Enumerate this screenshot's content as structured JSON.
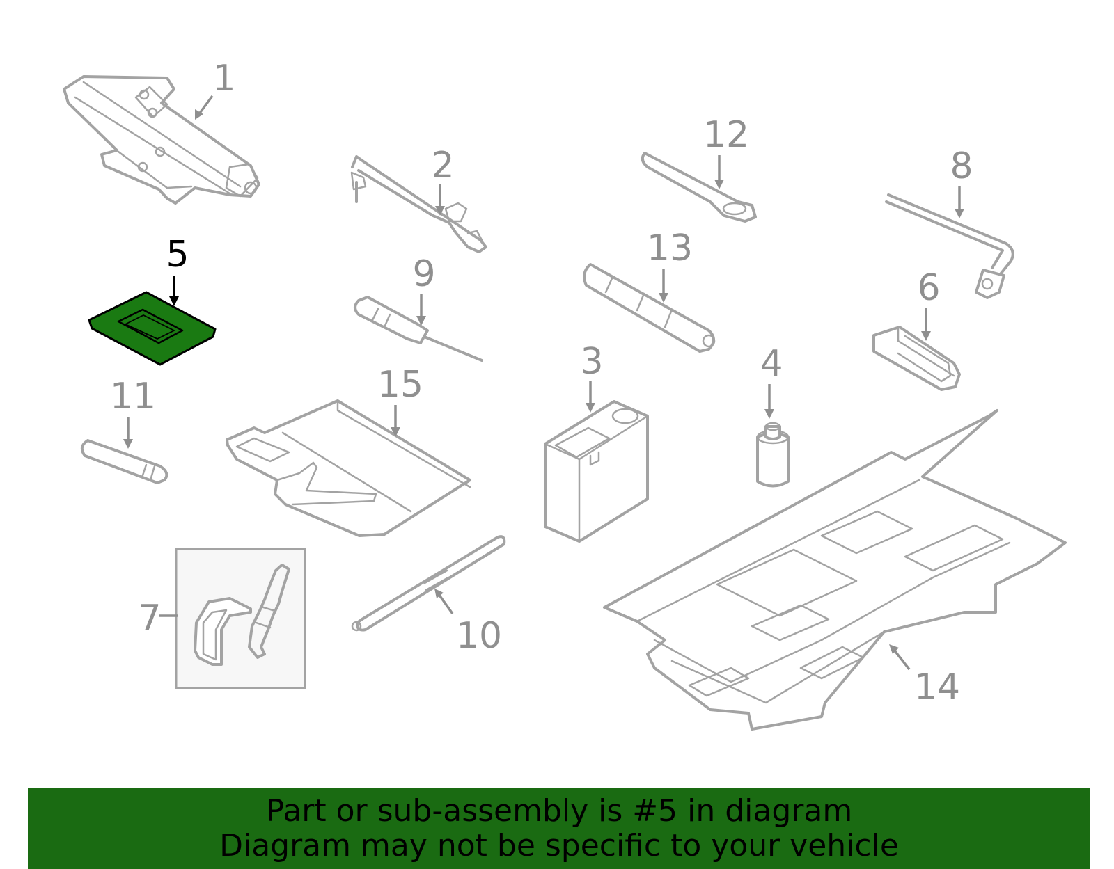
{
  "callouts": [
    {
      "id": "1",
      "text": "1"
    },
    {
      "id": "2",
      "text": "2"
    },
    {
      "id": "3",
      "text": "3"
    },
    {
      "id": "4",
      "text": "4"
    },
    {
      "id": "5",
      "text": "5",
      "highlighted": true
    },
    {
      "id": "6",
      "text": "6"
    },
    {
      "id": "7",
      "text": "7"
    },
    {
      "id": "8",
      "text": "8"
    },
    {
      "id": "9",
      "text": "9"
    },
    {
      "id": "10",
      "text": "10"
    },
    {
      "id": "11",
      "text": "11"
    },
    {
      "id": "12",
      "text": "12"
    },
    {
      "id": "13",
      "text": "13"
    },
    {
      "id": "14",
      "text": "14"
    },
    {
      "id": "15",
      "text": "15"
    }
  ],
  "banner": {
    "line1": "Part or sub-assembly is #5 in diagram",
    "line2": "Diagram may not be specific to your vehicle"
  },
  "colors": {
    "highlight_part": "#1a7a12",
    "banner_background": "#1a6b12",
    "part_outline": "#a3a3a3",
    "label_gray": "#8f8f8f"
  }
}
